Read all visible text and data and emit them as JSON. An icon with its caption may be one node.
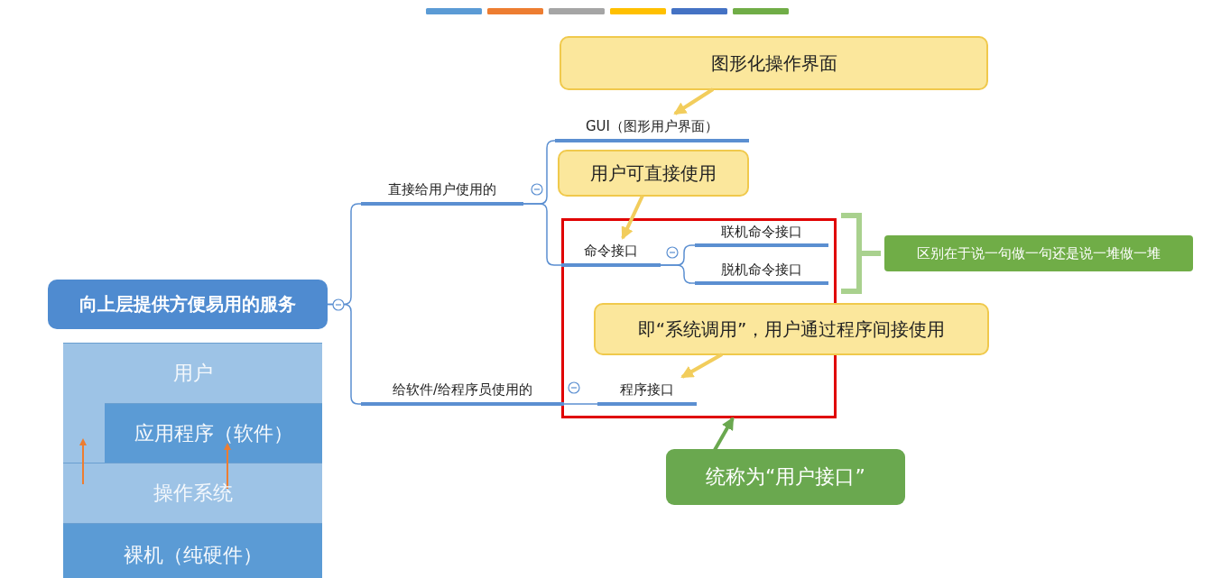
{
  "diagram": {
    "nodes": [
      {
        "text": [
          "图形化操作界面"
        ]
      },
      {
        "text": [
          "向上层提供方便易用的服务"
        ]
      },
      {
        "text": [
          "直接给用户使用的"
        ]
      },
      {
        "text": [
          "GUI（图形用户界面）"
        ]
      },
      {
        "text": [
          "用户可直接使用"
        ]
      },
      {
        "text": [],
        "shape": "box"
      },
      {
        "text": [
          "命令接口"
        ],
        "in": 5
      },
      {
        "text": [
          "联机命令接口"
        ],
        "in": 5
      },
      {
        "text": [
          "脱机命令接口"
        ],
        "in": 5
      },
      {
        "text": [
          "区别在于说一句做一句还是说一堆做一堆"
        ]
      },
      {
        "text": [
          "即“系统调用”，用户通过程序间接使用"
        ]
      },
      {
        "text": [
          "给软件/给程序员使用的"
        ]
      },
      {
        "text": [
          "程序接口"
        ],
        "in": 5
      },
      {
        "text": [
          "统称为“用户接口”"
        ]
      },
      {
        "text": [
          "用户"
        ]
      },
      {
        "text": [
          "应用程序（软件）"
        ],
        "in": 14
      },
      {
        "text": [
          "操作系统"
        ]
      },
      {
        "text": [
          "裸机（纯硬件）"
        ]
      }
    ],
    "edges": [
      {
        "from": 1,
        "to": 2,
        "arrow": "none"
      },
      {
        "from": 1,
        "to": 11,
        "arrow": "none"
      },
      {
        "from": 2,
        "to": 3,
        "arrow": "none"
      },
      {
        "from": 2,
        "to": 6,
        "arrow": "none"
      },
      {
        "from": 6,
        "to": 7,
        "arrow": "none"
      },
      {
        "from": 6,
        "to": 8,
        "arrow": "none"
      },
      {
        "from": 11,
        "to": 12,
        "arrow": "none"
      },
      {
        "from": 0,
        "to": 3,
        "arrow": "to",
        "style": "thick",
        "color": "#f2cd5c"
      },
      {
        "from": 4,
        "to": 6,
        "arrow": "to",
        "style": "thick",
        "color": "#f2cd5c"
      },
      {
        "from": 10,
        "to": 12,
        "arrow": "to",
        "style": "thick",
        "color": "#f2cd5c"
      },
      {
        "from": 13,
        "to": 5,
        "arrow": "to",
        "style": "thick",
        "color": "#6aa84f"
      },
      {
        "from": 16,
        "to": 14,
        "arrow": "to",
        "color": "#ed7d31"
      },
      {
        "from": 16,
        "to": 15,
        "arrow": "to",
        "color": "#ed7d31"
      }
    ]
  }
}
